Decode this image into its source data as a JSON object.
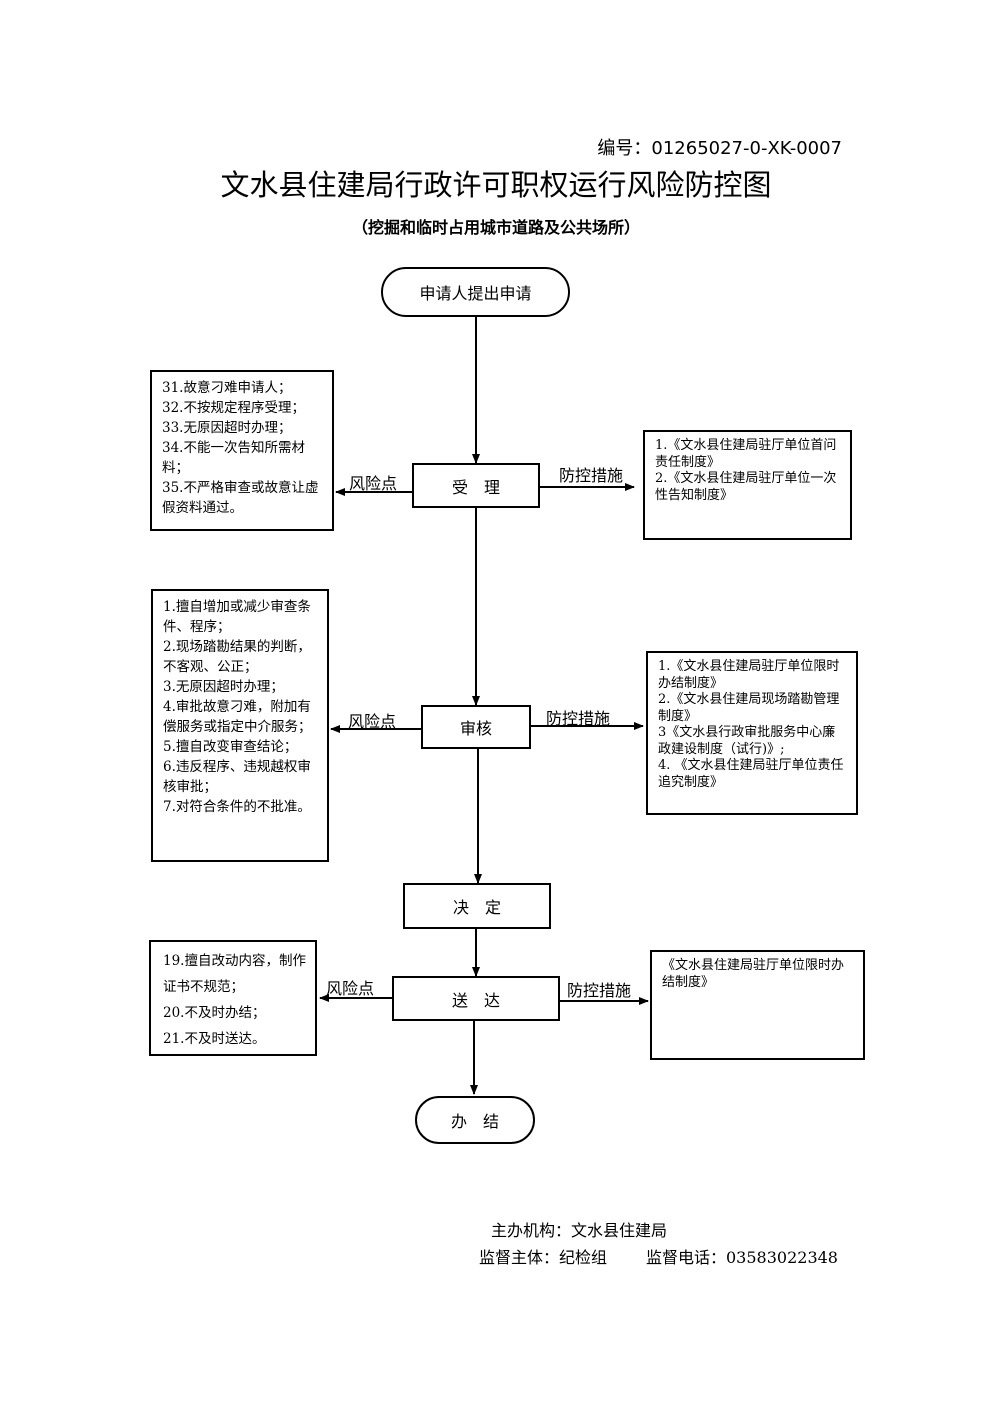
{
  "header": {
    "code": "编号：01265027-0-XK-0007",
    "title": "文水县住建局行政许可职权运行风险防控图",
    "subtitle": "（挖掘和临时占用城市道路及公共场所）"
  },
  "flow": {
    "start": "申请人提出申请",
    "step1": "受　理",
    "step2": "审核",
    "step3": "决　定",
    "step4": "送　达",
    "end": "办　结"
  },
  "labels": {
    "risk": "风险点",
    "control": "防控措施"
  },
  "risks": {
    "accept": [
      "31.故意刁难申请人；",
      "32.不按规定程序受理；",
      "33.无原因超时办理；",
      "34.不能一次告知所需材料；",
      "35.不严格审查或故意让虚假资料通过。"
    ],
    "review": [
      "1.擅自增加或减少审查条件、程序；",
      "2.现场踏勘结果的判断，不客观、公正；",
      "3.无原因超时办理；",
      "4.审批故意刁难，附加有偿服务或指定中介服务；",
      "5.擅自改变审查结论；",
      "6.违反程序、违规越权审核审批；",
      "7.对符合条件的不批准。"
    ],
    "deliver": [
      "19.擅自改动内容，制作证书不规范；",
      "20.不及时办结；",
      "21.不及时送达。"
    ]
  },
  "controls": {
    "accept": [
      "1.《文水县住建局驻厅单位首问责任制度》",
      "2.《文水县住建局驻厅单位一次性告知制度》"
    ],
    "review": [
      "1.《文水县住建局驻厅单位限时办结制度》",
      "2.《文水县住建局现场踏勘管理制度》",
      "3《文水县行政审批服务中心廉政建设制度（试行)》;",
      "4. 《文水县住建局驻厅单位责任追究制度》"
    ],
    "deliver": [
      "《文水县住建局驻厅单位限时办结制度》"
    ]
  },
  "footer": {
    "organizer": "主办机构：文水县住建局",
    "supervisor": "监督主体：纪检组",
    "phone": "监督电话：03583022348"
  }
}
